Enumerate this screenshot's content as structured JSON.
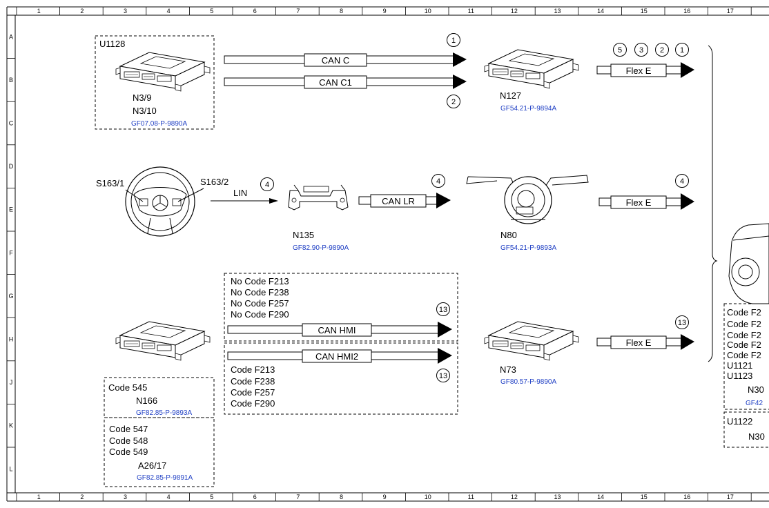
{
  "ruler": {
    "columns": [
      "1",
      "2",
      "3",
      "4",
      "5",
      "6",
      "7",
      "8",
      "9",
      "10",
      "11",
      "12",
      "13",
      "14",
      "15",
      "16",
      "17"
    ],
    "rows": [
      "A",
      "B",
      "C",
      "D",
      "E",
      "F",
      "G",
      "H",
      "J",
      "K",
      "L"
    ]
  },
  "colors": {
    "line": "#000000",
    "reference_link": "#1f3fc4",
    "background": "#ffffff"
  },
  "diagram": {
    "group_u1128": {
      "title": "U1128",
      "labels": [
        "N3/9",
        "N3/10"
      ],
      "ref": "GF07.08-P-9890A"
    },
    "bus_can_c": {
      "label": "CAN C",
      "circle": "1"
    },
    "bus_can_c1": {
      "label": "CAN C1",
      "circle": "2"
    },
    "n127": {
      "label": "N127",
      "ref": "GF54.21-P-9894A",
      "flex_label": "Flex E",
      "circles": [
        "5",
        "3",
        "2",
        "1"
      ]
    },
    "steering": {
      "left_label": "S163/1",
      "right_label": "S163/2",
      "lin_label": "LIN",
      "lin_circle": "4"
    },
    "n135": {
      "label": "N135",
      "ref": "GF82.90-P-9890A",
      "bus_label": "CAN LR",
      "circle": "4"
    },
    "n80": {
      "label": "N80",
      "ref": "GF54.21-P-9893A",
      "flex_label": "Flex E",
      "circle": "4"
    },
    "hmi_no_code": {
      "codes": [
        "No Code F213",
        "No Code F238",
        "No Code F257",
        "No Code F290"
      ],
      "bus_label": "CAN HMI",
      "circle": "13"
    },
    "hmi_code": {
      "codes": [
        "Code F213",
        "Code F238",
        "Code F257",
        "Code F290"
      ],
      "bus_label": "CAN HMI2",
      "circle": "13"
    },
    "n73": {
      "label": "N73",
      "ref": "GF80.57-P-9890A",
      "flex_label": "Flex E",
      "circle": "13"
    },
    "code545": {
      "codes": [
        "Code 545"
      ],
      "label": "N166",
      "ref": "GF82.85-P-9893A"
    },
    "code547": {
      "codes": [
        "Code 547",
        "Code 548",
        "Code 549"
      ],
      "label": "A26/17",
      "ref": "GF82.85-P-9891A"
    },
    "right_group": {
      "codes": [
        "Code F2",
        "Code F2",
        "Code F2",
        "Code F2",
        "Code F2"
      ],
      "units": [
        "U1121",
        "U1123"
      ],
      "label": "N30",
      "ref": "GF42",
      "u1122": "U1122",
      "label2": "N30"
    }
  }
}
